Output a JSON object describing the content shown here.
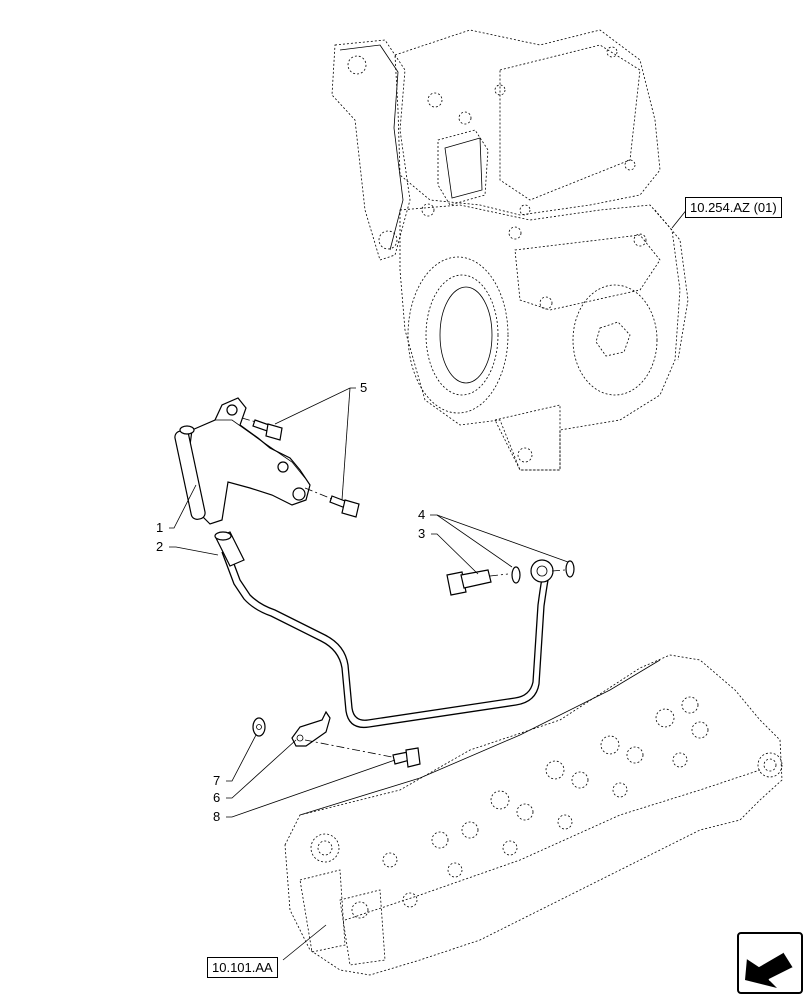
{
  "callouts": {
    "c1": "1",
    "c2": "2",
    "c3": "3",
    "c4": "4",
    "c5": "5",
    "c6": "6",
    "c7": "7",
    "c8": "8"
  },
  "references": {
    "upper": "10.254.AZ (01)",
    "lower": "10.101.AA"
  },
  "navigation": {
    "icon": "arrow-return-icon"
  }
}
